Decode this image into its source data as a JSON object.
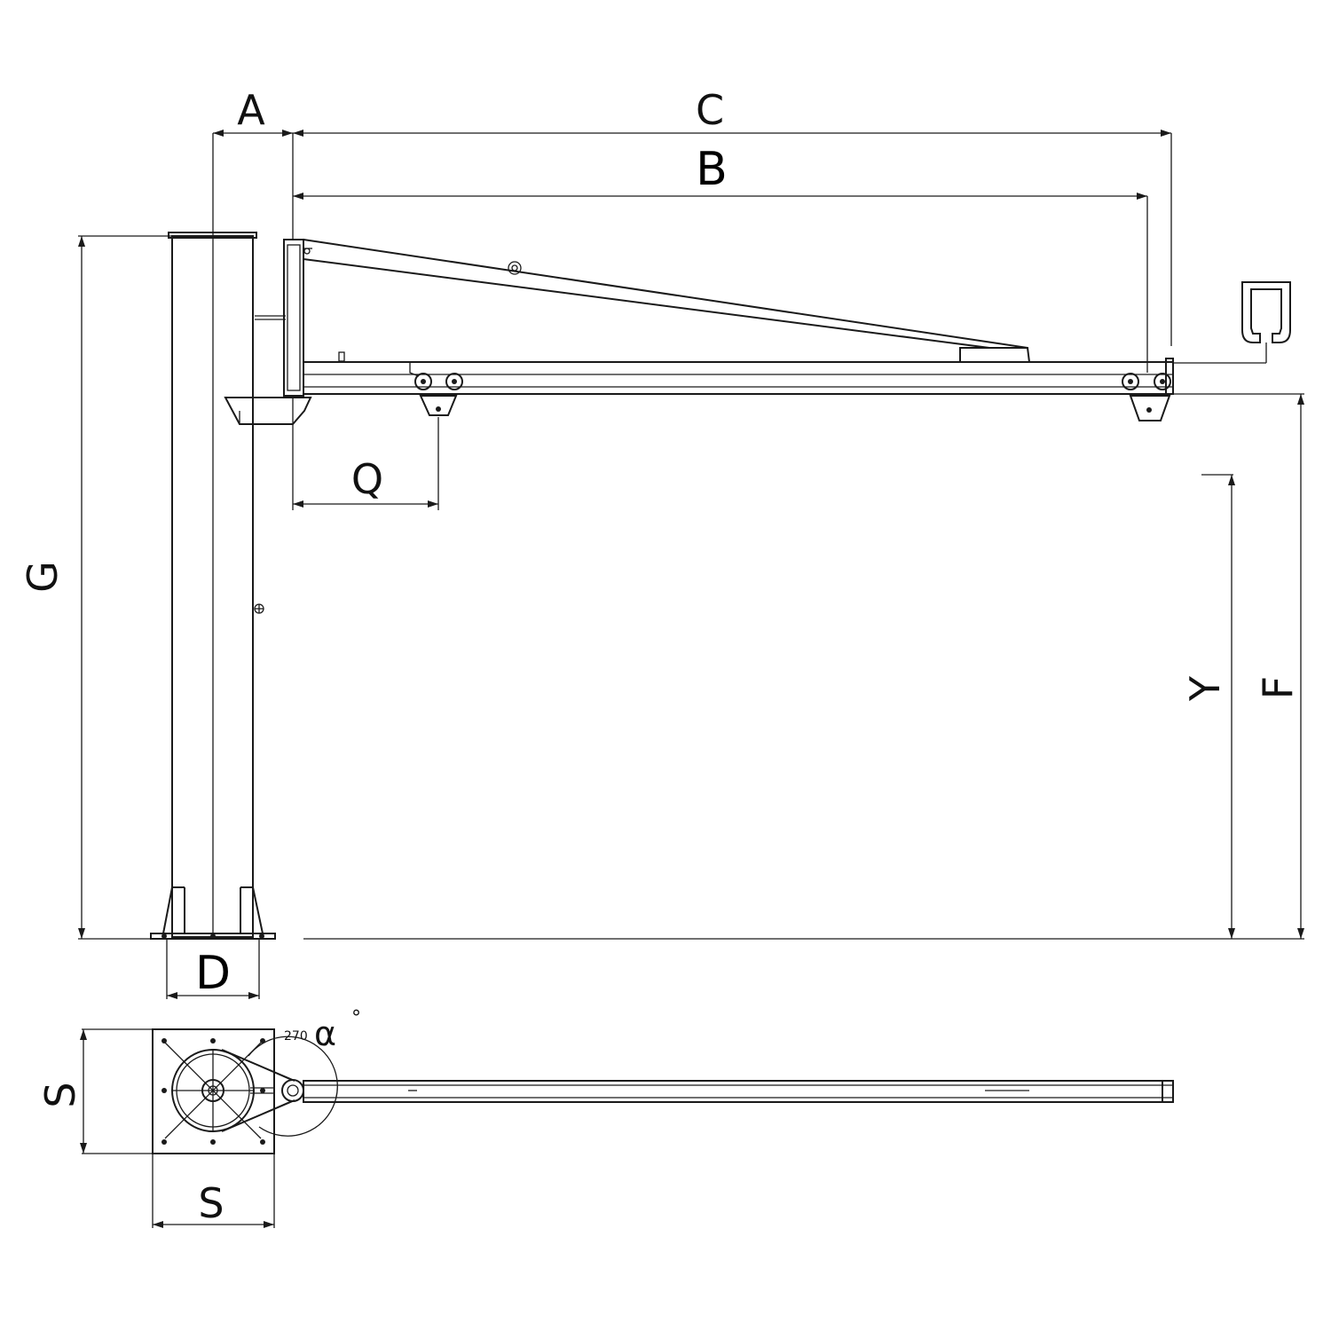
{
  "dimension_labels": {
    "a": "A",
    "b": "B",
    "c": "C",
    "d": "D",
    "f": "F",
    "g": "G",
    "q": "Q",
    "y": "Y",
    "s_vertical": "S",
    "s_horizontal": "S"
  },
  "rotation": {
    "angle_value": "270",
    "angle_symbol": "α",
    "degree_symbol": "°"
  },
  "colors": {
    "line": "#1a1a1a",
    "background": "#ffffff"
  }
}
